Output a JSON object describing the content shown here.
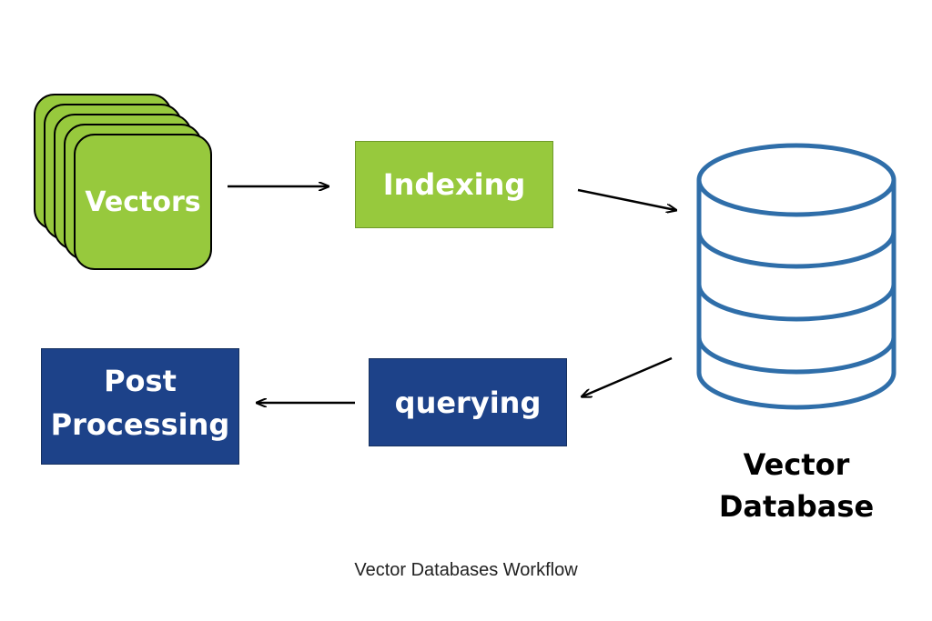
{
  "nodes": {
    "vectors": "Vectors",
    "indexing": "Indexing",
    "querying": "querying",
    "post_processing_line1": "Post",
    "post_processing_line2": "Processing",
    "database_line1": "Vector",
    "database_line2": "Database"
  },
  "caption": "Vector Databases Workflow",
  "colors": {
    "green_fill": "#97c93d",
    "blue_fill": "#1d4289",
    "database_stroke": "#2f6ea9",
    "arrow": "#000000",
    "text_light": "#ffffff",
    "text_dark": "#000000"
  },
  "icons": [
    "stacked-cards-icon",
    "database-cylinder-icon",
    "arrow-icon"
  ]
}
